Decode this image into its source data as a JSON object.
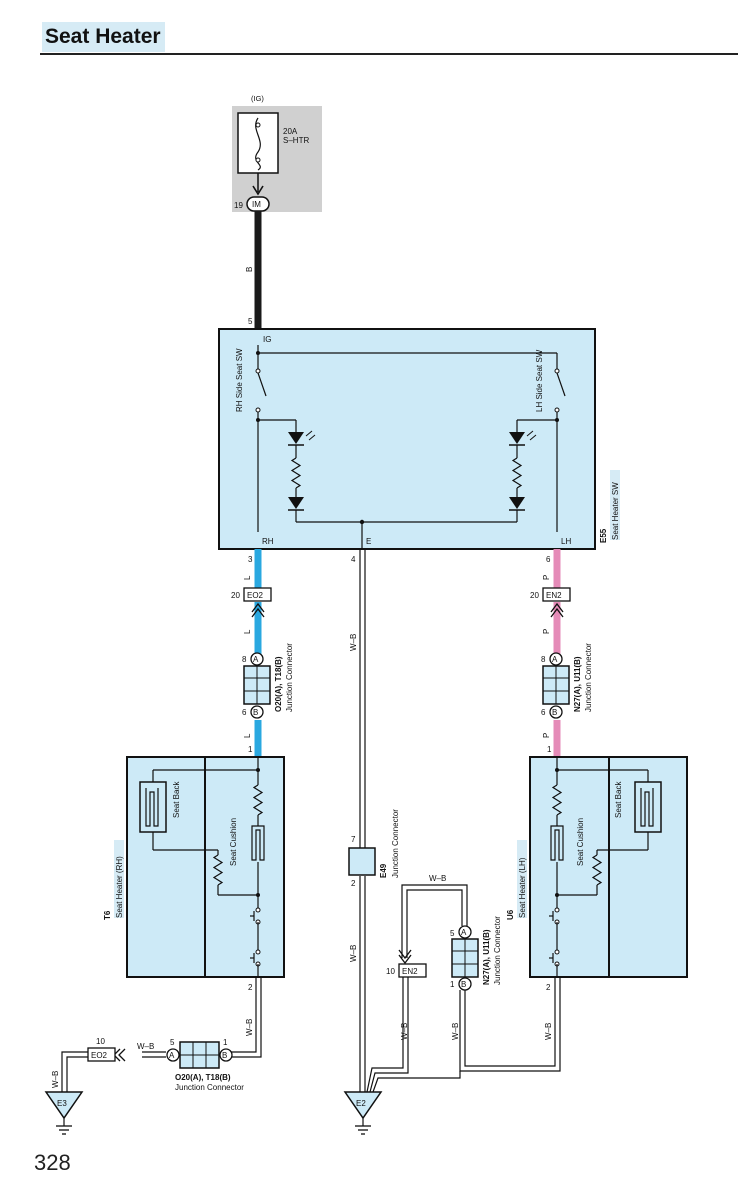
{
  "page": {
    "title": "Seat Heater",
    "page_number": "328"
  },
  "colors": {
    "component_fill": "#cdeaf7",
    "fuse_box_fill": "#d0d0d0",
    "wire_blue": "#2aa8e0",
    "wire_pink": "#e58bb8",
    "wire_black": "#1a1a1a"
  },
  "fuse": {
    "ig": "(IG)",
    "rating": "20A",
    "name": "S–HTR",
    "pin": "19",
    "connector": "IM"
  },
  "switch": {
    "code": "E55",
    "name": "Seat Heater SW",
    "ig": "IG",
    "rh": "RH",
    "e": "E",
    "lh": "LH",
    "rh_sw": "RH Side Seat SW",
    "lh_sw": "LH Side Seat SW",
    "pin_ig": "5",
    "pin_rh": "3",
    "pin_e": "4",
    "pin_lh": "6"
  },
  "wires": {
    "b": "B",
    "l": "L",
    "p": "P",
    "wb": "W–B"
  },
  "connectors": {
    "eo2": "EO2",
    "en2": "EN2",
    "pin20": "20",
    "pin10": "10",
    "a": "A",
    "bb": "B",
    "pin8": "8",
    "pin6": "6",
    "pin1": "1",
    "pin2": "2",
    "pin5": "5",
    "pin7": "7"
  },
  "junctions": {
    "rh_label": "O20(A), T18(B)",
    "lh_label": "N27(A), U11(B)",
    "jc": "Junction Connector",
    "e49": "E49",
    "e49_label": "Junction Connector"
  },
  "heaters": {
    "rh_code": "T6",
    "rh_name": "Seat Heater (RH)",
    "lh_code": "U6",
    "lh_name": "Seat Heater (LH)",
    "back": "Seat Back",
    "cushion": "Seat Cushion"
  },
  "grounds": {
    "e3": "E3",
    "e2": "E2"
  }
}
